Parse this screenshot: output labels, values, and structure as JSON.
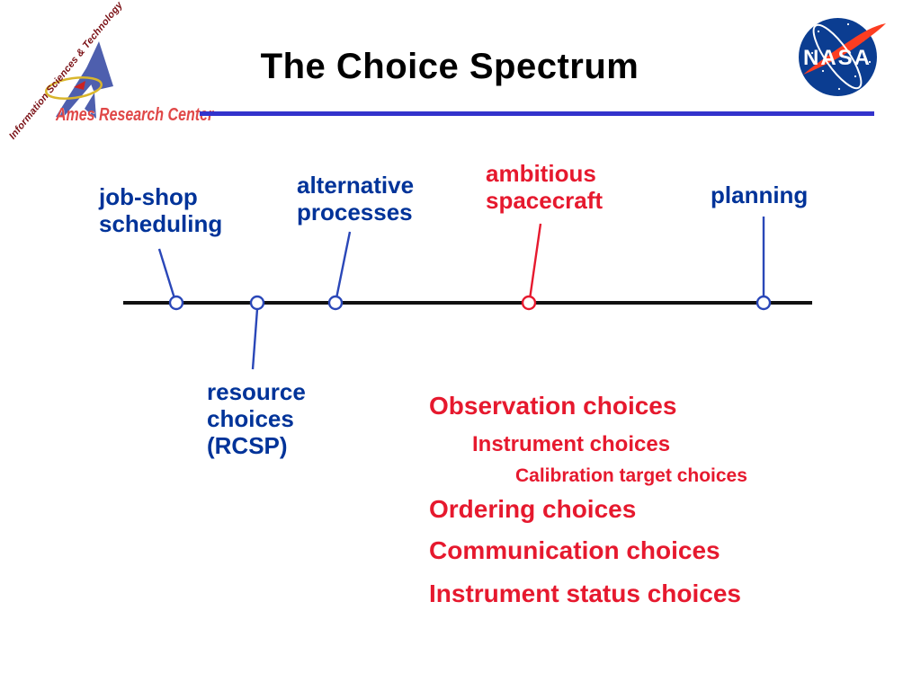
{
  "header": {
    "title": "The Choice Spectrum",
    "ames": {
      "org": "Ames Research Center",
      "division": "Information Sciences & Technology"
    },
    "nasa_wordmark": "NASA"
  },
  "spectrum": {
    "description": "horizontal choice-spectrum axis with five marked points",
    "point_labels": [
      {
        "text": "job-shop\nscheduling",
        "placement": "above",
        "color": "blue"
      },
      {
        "text": "resource\nchoices\n(RCSP)",
        "placement": "below",
        "color": "blue"
      },
      {
        "text": "alternative\nprocesses",
        "placement": "above",
        "color": "blue"
      },
      {
        "text": "ambitious\nspacecraft",
        "placement": "above",
        "color": "red"
      },
      {
        "text": "planning",
        "placement": "above",
        "color": "blue"
      }
    ]
  },
  "choices": {
    "items": [
      {
        "text": "Observation choices",
        "indent": 0,
        "size": "large"
      },
      {
        "text": "Instrument choices",
        "indent": 1,
        "size": "medium"
      },
      {
        "text": "Calibration target choices",
        "indent": 2,
        "size": "small"
      },
      {
        "text": "Ordering choices",
        "indent": 0,
        "size": "large"
      },
      {
        "text": "Communication choices",
        "indent": 0,
        "size": "large"
      },
      {
        "text": "Instrument status choices",
        "indent": 0,
        "size": "large"
      }
    ]
  },
  "colors": {
    "blue_text": "#003399",
    "blue_line": "#2a47b8",
    "red": "#e6192e",
    "rule_blue": "#3333cc",
    "axis_black": "#111111",
    "nasa_blue": "#0b3d91",
    "nasa_red": "#fc3d21",
    "ames_fin_blue": "#4e5fae",
    "ames_orbit_yellow": "#d9b62c"
  }
}
